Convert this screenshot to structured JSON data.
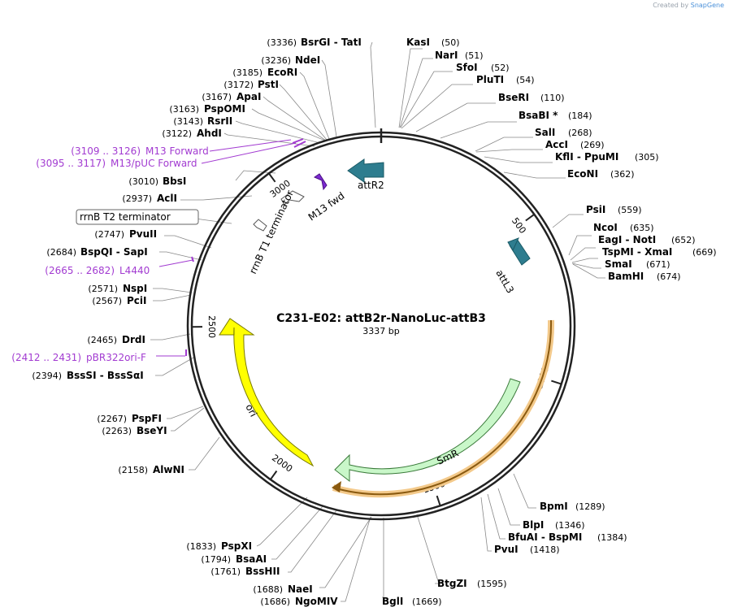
{
  "credit": {
    "prefix": "Created by",
    "brand": "SnapGene"
  },
  "plasmid": {
    "name": "C231-E02: attB2r-NanoLuc-attB3",
    "length_label": "3337 bp",
    "length": 3337
  },
  "colors": {
    "backbone": "#222222",
    "att": "#2e7d8f",
    "ori": "#ffff00",
    "smr": "#c9f7c9",
    "primer": "#a23bd1",
    "orf": "#e8a33a"
  },
  "ticks": [
    {
      "pos": 500,
      "label": "500"
    },
    {
      "pos": 1000,
      "label": "1000"
    },
    {
      "pos": 1500,
      "label": "1500"
    },
    {
      "pos": 2000,
      "label": "2000"
    },
    {
      "pos": 2500,
      "label": "2500"
    },
    {
      "pos": 3000,
      "label": "3000"
    }
  ],
  "features": {
    "attR2": "attR2",
    "attL3": "attL3",
    "m13fwd": "M13 fwd",
    "rrnb_t1": "rrnB T1 terminator",
    "rrnb_t2": "rrnB T2 terminator",
    "ori": "ori",
    "smr": "SmR"
  },
  "enzymes_right": [
    {
      "name": "KasI",
      "pos": "(50)"
    },
    {
      "name": "NarI",
      "pos": "(51)"
    },
    {
      "name": "SfoI",
      "pos": "(52)"
    },
    {
      "name": "PluTI",
      "pos": "(54)"
    },
    {
      "name": "BseRI",
      "pos": "(110)"
    },
    {
      "name": "BsaBI *",
      "pos": "(184)"
    },
    {
      "name": "SalI",
      "pos": "(268)"
    },
    {
      "name": "AccI",
      "pos": "(269)"
    },
    {
      "name": "KflI  -  PpuMI",
      "pos": "(305)"
    },
    {
      "name": "EcoNI",
      "pos": "(362)"
    },
    {
      "name": "PsiI",
      "pos": "(559)"
    },
    {
      "name": "NcoI",
      "pos": "(635)"
    },
    {
      "name": "EagI  -  NotI",
      "pos": "(652)"
    },
    {
      "name": "TspMI  -  XmaI",
      "pos": "(669)"
    },
    {
      "name": "SmaI",
      "pos": "(671)"
    },
    {
      "name": "BamHI",
      "pos": "(674)"
    },
    {
      "name": "BpmI",
      "pos": "(1289)"
    },
    {
      "name": "BlpI",
      "pos": "(1346)"
    },
    {
      "name": "BfuAI  -  BspMI",
      "pos": "(1384)"
    },
    {
      "name": "PvuI",
      "pos": "(1418)"
    },
    {
      "name": "BtgZI",
      "pos": "(1595)"
    },
    {
      "name": "BglI",
      "pos": "(1669)"
    }
  ],
  "enzymes_left": [
    {
      "pos": "(3336)",
      "name": "BsrGI  -  TatI"
    },
    {
      "pos": "(3236)",
      "name": "NdeI"
    },
    {
      "pos": "(3185)",
      "name": "EcoRI"
    },
    {
      "pos": "(3172)",
      "name": "PstI"
    },
    {
      "pos": "(3167)",
      "name": "ApaI"
    },
    {
      "pos": "(3163)",
      "name": "PspOMI"
    },
    {
      "pos": "(3143)",
      "name": "RsrII"
    },
    {
      "pos": "(3122)",
      "name": "AhdI"
    },
    {
      "pos": "(3010)",
      "name": "BbsI"
    },
    {
      "pos": "(2937)",
      "name": "AclI"
    },
    {
      "pos": "(2747)",
      "name": "PvuII"
    },
    {
      "pos": "(2684)",
      "name": "BspQI  -  SapI"
    },
    {
      "pos": "(2571)",
      "name": "NspI"
    },
    {
      "pos": "(2567)",
      "name": "PciI"
    },
    {
      "pos": "(2465)",
      "name": "DrdI"
    },
    {
      "pos": "(2394)",
      "name": "BssSI  -  BssSαI"
    },
    {
      "pos": "(2267)",
      "name": "PspFI"
    },
    {
      "pos": "(2263)",
      "name": "BseYI"
    },
    {
      "pos": "(2158)",
      "name": "AlwNI"
    },
    {
      "pos": "(1833)",
      "name": "PspXI"
    },
    {
      "pos": "(1794)",
      "name": "BsaAI"
    },
    {
      "pos": "(1761)",
      "name": "BssHII"
    },
    {
      "pos": "(1688)",
      "name": "NaeI"
    },
    {
      "pos": "(1686)",
      "name": "NgoMIV"
    }
  ],
  "primers": [
    {
      "range": "(3109 .. 3126)",
      "name": "M13 Forward"
    },
    {
      "range": "(3095 .. 3117)",
      "name": "M13/pUC Forward"
    },
    {
      "range": "(2665 .. 2682)",
      "name": "L4440"
    },
    {
      "range": "(2412 .. 2431)",
      "name": "pBR322ori-F"
    }
  ]
}
